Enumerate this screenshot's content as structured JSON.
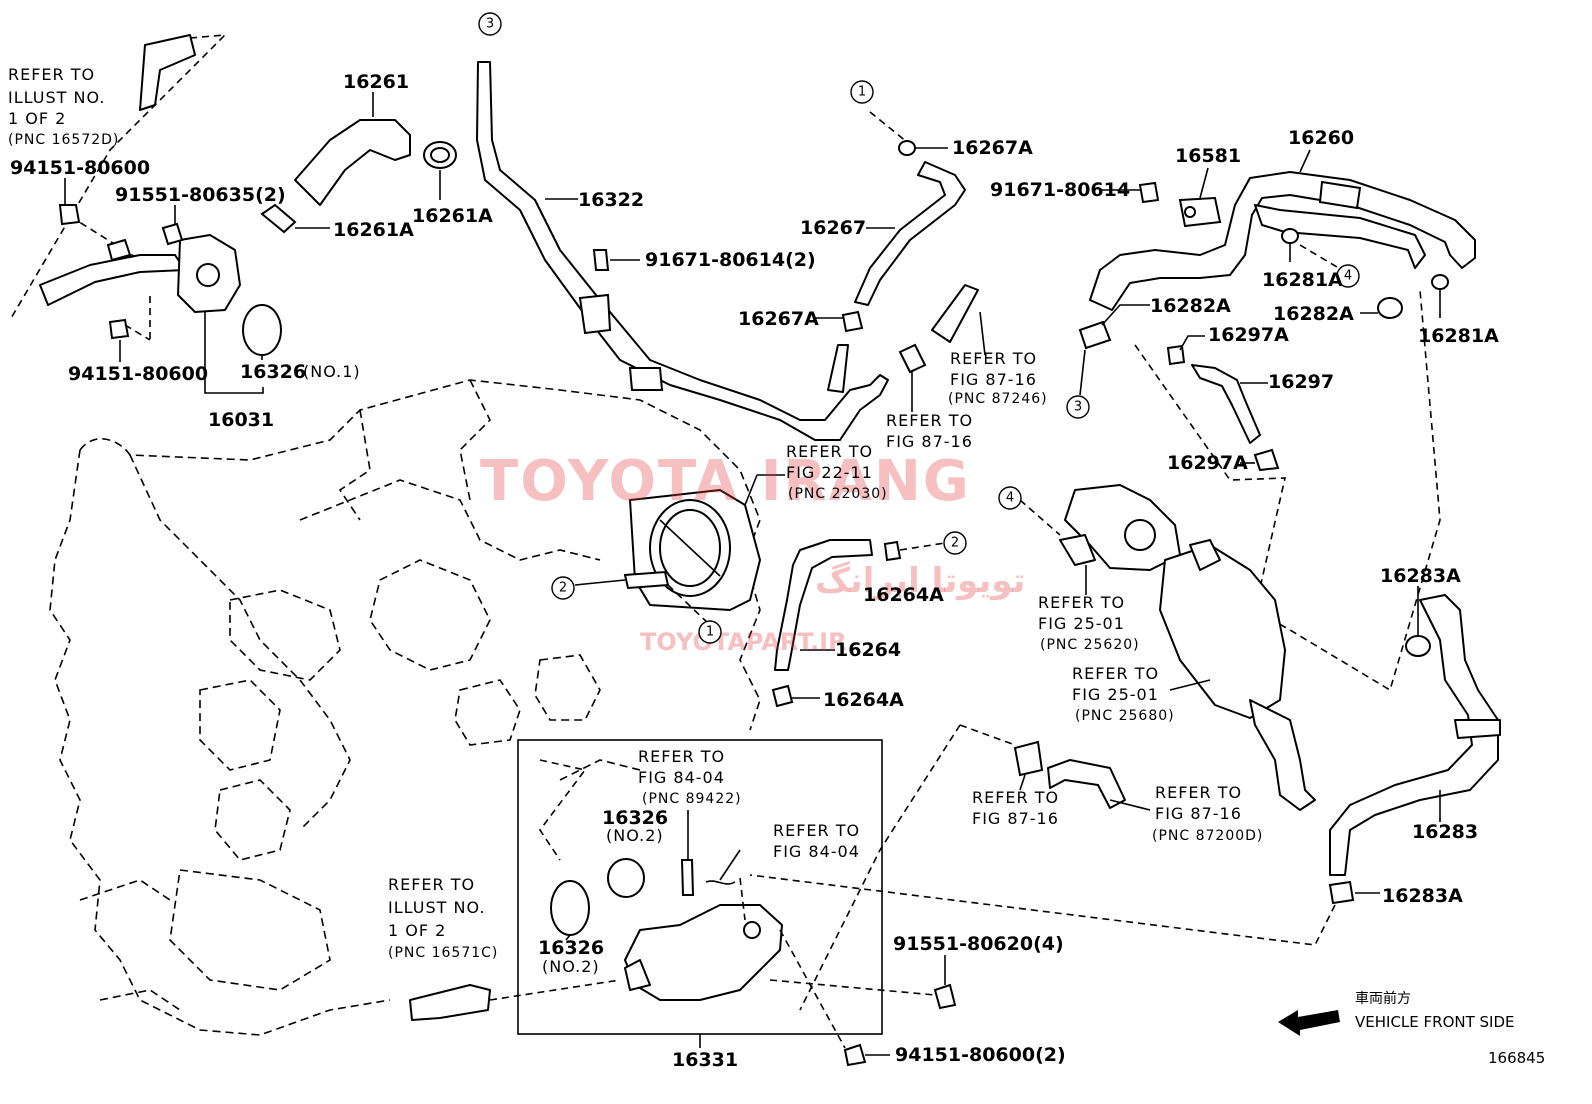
{
  "diagram_id": "166845",
  "watermark": {
    "title": "TOYOTA IRANG",
    "site": "TOYOTAPART.IR",
    "arabic": "تويوتا ايرانگ"
  },
  "direction": {
    "jp": "車両前方",
    "en": "VEHICLE FRONT SIDE"
  },
  "parts": {
    "p16261": "16261",
    "p16261A_a": "16261A",
    "p16261A_b": "16261A",
    "p16322": "16322",
    "p16267A_a": "16267A",
    "p16267": "16267",
    "p16267A_b": "16267A",
    "p91671_2": "91671-80614(2)",
    "p91551_635": "91551-80635(2)",
    "p94151_a": "94151-80600",
    "p94151_b": "94151-80600",
    "p16326_1": "16326",
    "p16326_1s": "(NO.1)",
    "p16031": "16031",
    "p16260": "16260",
    "p16581": "16581",
    "p91671": "91671-80614",
    "p16281A_a": "16281A",
    "p16281A_b": "16281A",
    "p16282A_a": "16282A",
    "p16282A_b": "16282A",
    "p16297A_a": "16297A",
    "p16297": "16297",
    "p16297A_b": "16297A",
    "p16264A_a": "16264A",
    "p16264": "16264",
    "p16264A_b": "16264A",
    "p16283A_a": "16283A",
    "p16283": "16283",
    "p16283A_b": "16283A",
    "p16326_2a": "16326",
    "p16326_2as": "(NO.2)",
    "p16326_2b": "16326",
    "p16326_2bs": "(NO.2)",
    "p91551_620": "91551-80620(4)",
    "p94151_c": "94151-80600(2)",
    "p16331": "16331"
  },
  "refs": {
    "r1": [
      "REFER TO",
      "ILLUST NO.",
      "1 OF 2",
      "(PNC 16572D)"
    ],
    "r2": [
      "REFER TO",
      "FIG 87-16",
      "(PNC 87246)"
    ],
    "r3": [
      "REFER TO",
      "FIG 87-16"
    ],
    "r4": [
      "REFER TO",
      "FIG 22-11",
      "(PNC 22030)"
    ],
    "r5": [
      "REFER TO",
      "FIG 25-01",
      "(PNC 25620)"
    ],
    "r6": [
      "REFER TO",
      "FIG 25-01",
      "(PNC 25680)"
    ],
    "r7": [
      "REFER TO",
      "FIG 84-04",
      "(PNC 89422)"
    ],
    "r8": [
      "REFER TO",
      "FIG 84-04"
    ],
    "r9": [
      "REFER TO",
      "FIG 87-16"
    ],
    "r10": [
      "REFER TO",
      "FIG 87-16",
      "(PNC 87200D)"
    ],
    "r11": [
      "REFER TO",
      "ILLUST NO.",
      "1 OF 2",
      "(PNC 16571C)"
    ]
  },
  "callouts": [
    "3",
    "1",
    "4",
    "3",
    "4",
    "2",
    "2",
    "1"
  ]
}
